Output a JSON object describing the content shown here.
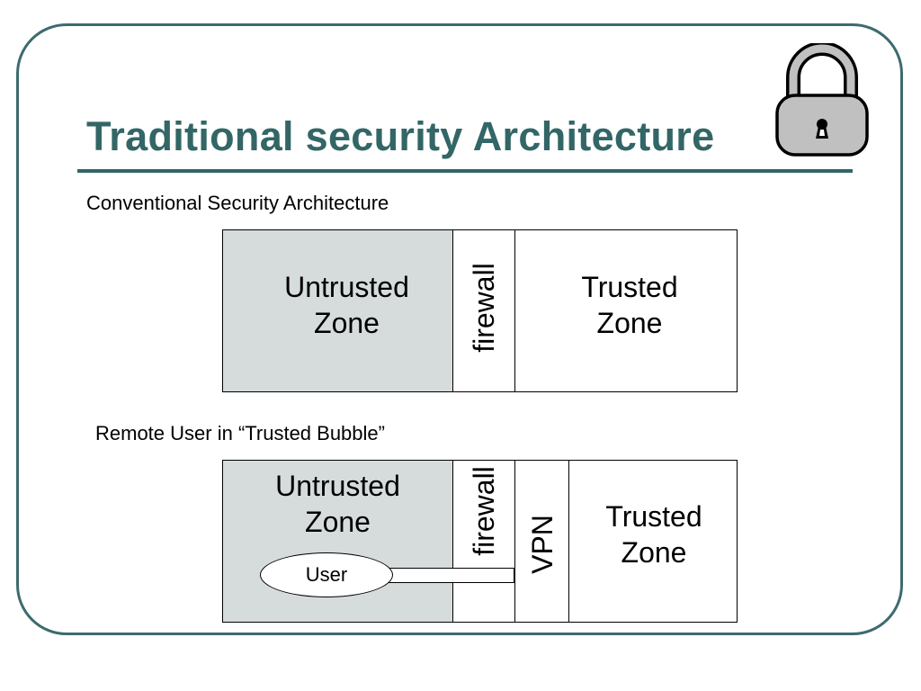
{
  "slide": {
    "title": "Traditional security Architecture",
    "lock_icon": "padlock-icon"
  },
  "diagram1": {
    "caption": "Conventional Security Architecture",
    "untrusted_line1": "Untrusted",
    "untrusted_line2": "Zone",
    "firewall": "firewall",
    "trusted_line1": "Trusted",
    "trusted_line2": "Zone"
  },
  "diagram2": {
    "caption": "Remote User in “Trusted Bubble”",
    "untrusted_line1": "Untrusted",
    "untrusted_line2": "Zone",
    "firewall": "firewall",
    "vpn": "VPN",
    "trusted_line1": "Trusted",
    "trusted_line2": "Zone",
    "user": "User"
  },
  "colors": {
    "accent": "#336666",
    "frame": "#3d6b6e",
    "untrusted_fill": "#d6dcdc",
    "lock_body": "#c0c0c0"
  }
}
